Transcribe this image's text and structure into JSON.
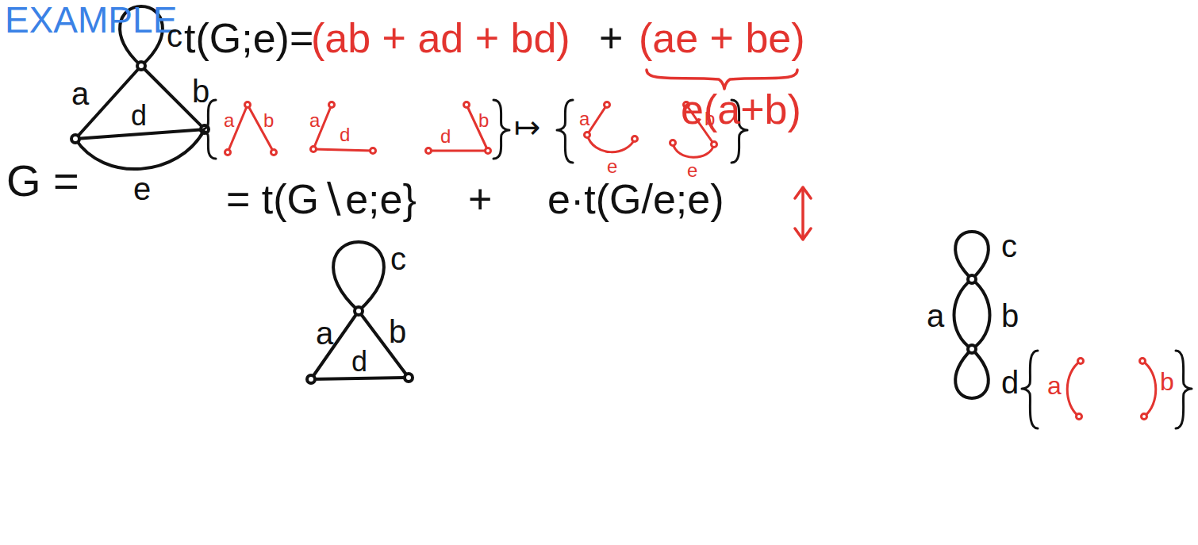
{
  "diagram": {
    "title": "EXAMPLE",
    "labels": [
      "G =",
      "c",
      "a",
      "b",
      "d",
      "e",
      "t(G;e)=",
      "(ab + ad + bd)",
      "+",
      "(ae + be)",
      "e(a+b)",
      "a",
      "b",
      "a",
      "d",
      "b",
      "d",
      "↦",
      "a",
      "e",
      "b",
      "e",
      "= t(G∖e;e}",
      "+",
      "e·t(G/e;e)",
      "c",
      "a",
      "b",
      "d",
      "c",
      "a",
      "b",
      "d",
      "a",
      "b"
    ]
  }
}
